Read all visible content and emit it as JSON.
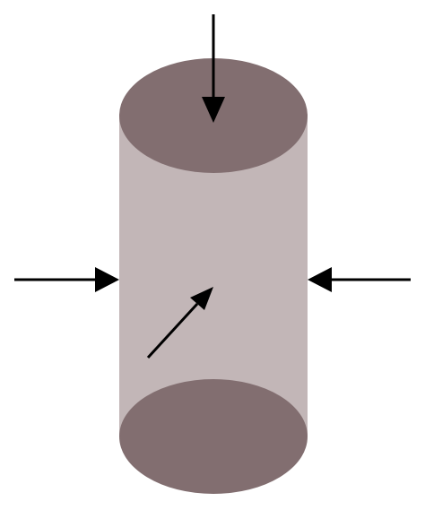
{
  "colors": {
    "background": "#ffffff",
    "cylinder_body": "#c2b6b7",
    "cylinder_caps": "#826e70",
    "arrows": "#000000"
  },
  "diagram": {
    "subject": "cylinder",
    "arrows": [
      {
        "name": "top-arrow",
        "direction": "down"
      },
      {
        "name": "left-arrow",
        "direction": "right"
      },
      {
        "name": "right-arrow",
        "direction": "left"
      },
      {
        "name": "front-arrow",
        "direction": "up-right"
      }
    ]
  }
}
